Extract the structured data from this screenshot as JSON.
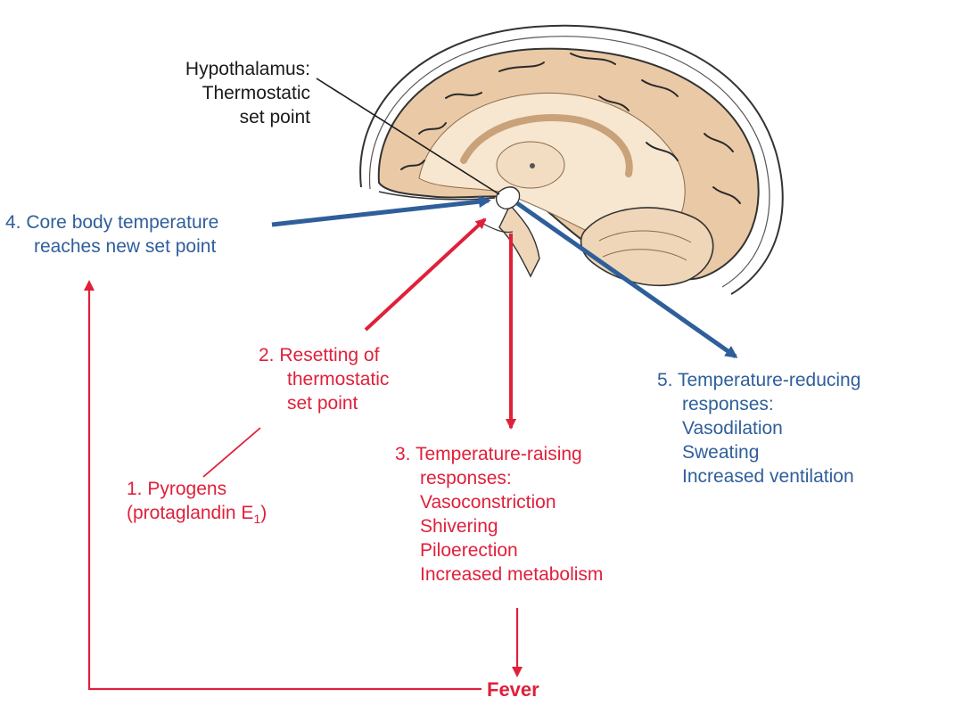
{
  "colors": {
    "red": "#e0203a",
    "blue": "#2f5f9a",
    "black": "#1a1a1a",
    "brain_fill": "#f7e6d0",
    "brain_lobe": "#e9c9a6",
    "brain_outline": "#333333"
  },
  "icons": {
    "brain": "brain-illustration"
  },
  "labels": {
    "hypothalamus": {
      "line1": "Hypothalamus:",
      "line2": "Thermostatic",
      "line3": "set point"
    },
    "step4": {
      "line1": "4. Core body temperature",
      "line2": "reaches new set point"
    },
    "step2": {
      "line1": "2. Resetting of",
      "line2": "thermostatic",
      "line3": "set point"
    },
    "step1": {
      "line1": "1. Pyrogens",
      "line2_main": "(protaglandin E",
      "line2_sub": "1",
      "line2_end": ")"
    },
    "step3": {
      "line1": "3. Temperature-raising",
      "line2": "responses:",
      "items": [
        "Vasoconstriction",
        "Shivering",
        "Piloerection",
        "Increased metabolism"
      ]
    },
    "step5": {
      "line1": "5. Temperature-reducing",
      "line2": "responses:",
      "items": [
        "Vasodilation",
        "Sweating",
        "Increased ventilation"
      ]
    },
    "fever": "Fever"
  }
}
